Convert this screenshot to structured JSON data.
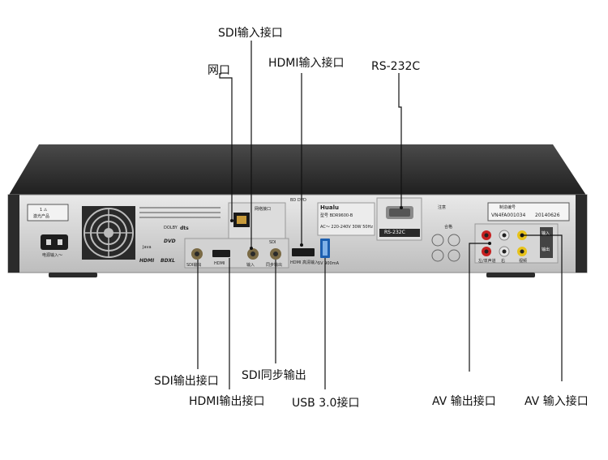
{
  "callouts": {
    "sdi_in": "SDI输入接口",
    "lan": "网口",
    "hdmi_in": "HDMI输入接口",
    "rs232": "RS-232C",
    "sdi_out": "SDI输出接口",
    "hdmi_out": "HDMI输出接口",
    "sdi_sync": "SDI同步输出",
    "usb3": "USB 3.0接口",
    "av_out": "AV 输出接口",
    "av_in": "AV 输入接口"
  },
  "panel": {
    "brand": "Hualu",
    "model": "型号 BDR9600-B",
    "power_spec": "AC～ 220-240V 30W 50Hz",
    "rs232_label": "RS-232C",
    "network_label": "网络接口",
    "sdi_label": "SDI",
    "serial_header": "制造编号",
    "serial_number": "VN4FA001034",
    "serial_date": "20140626",
    "logo_hdmi": "HDMI",
    "logo_bdxl": "BDXL",
    "logo_java": "Java",
    "logo_dvd": "DVD",
    "logo_dolby": "DOLBY",
    "logo_dts": "dts",
    "power_input_label": "电源输入～",
    "caution_label": "注意",
    "usb_spec": "5V 900mA",
    "bd_dvd": "BD DVD",
    "hdmi_out_port": "HDMI",
    "hdmi_in_port": "HDMI 高清输入",
    "sdi_port_labels": [
      "SDI输出",
      "输入",
      "同步输出"
    ],
    "av_labels": [
      "左/单声道",
      "右",
      "视频"
    ],
    "av_side": [
      "输入",
      "输出"
    ],
    "qc_label": "合格"
  }
}
